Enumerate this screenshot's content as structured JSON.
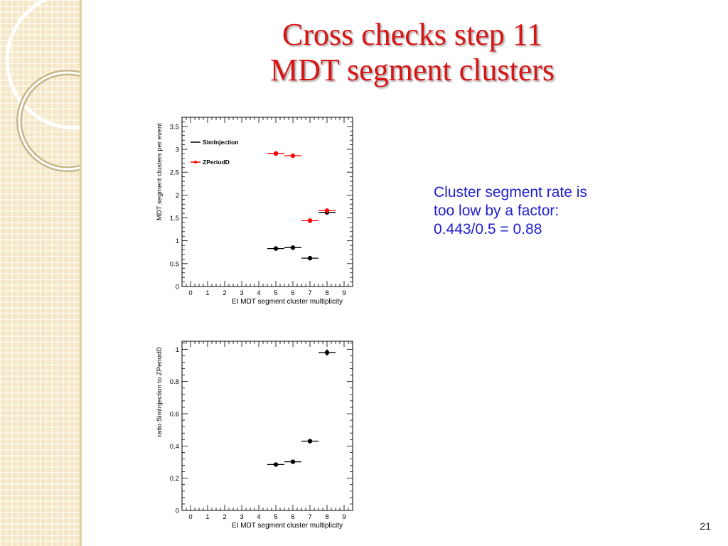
{
  "slide": {
    "title_line1": "Cross checks step 11",
    "title_line2": "MDT segment clusters",
    "note_line1": "Cluster segment rate is",
    "note_line2": "too low by a factor:",
    "note_line3": "0.443/0.5 = 0.88",
    "page_number": "21",
    "colors": {
      "title": "#d81414",
      "note": "#1f1fd0",
      "sidebar": "#f4e7c6"
    }
  },
  "chart_data": [
    {
      "type": "scatter",
      "xlabel": "EI MDT segment cluster multiplicity",
      "ylabel": "MDT segment clusters per event",
      "xlim": [
        -0.5,
        9.5
      ],
      "ylim": [
        0,
        3.7
      ],
      "xticks": [
        0,
        1,
        2,
        3,
        4,
        5,
        6,
        7,
        8,
        9
      ],
      "yticks": [
        0,
        0.5,
        1,
        1.5,
        2,
        2.5,
        3,
        3.5
      ],
      "ytick_labels": [
        "0",
        "0.5",
        "1",
        "1.5",
        "2",
        "2.5",
        "3",
        "3.5"
      ],
      "legend_position": "top-left",
      "series": [
        {
          "name": "SimInjection",
          "color": "#000000",
          "x": [
            5,
            6,
            7,
            8
          ],
          "y": [
            0.83,
            0.85,
            0.62,
            1.62
          ]
        },
        {
          "name": "ZPeriodD",
          "color": "#ff0000",
          "x": [
            5,
            6,
            7,
            8
          ],
          "y": [
            2.91,
            2.86,
            1.44,
            1.66
          ]
        }
      ]
    },
    {
      "type": "scatter",
      "xlabel": "EI MDT segment cluster multiplicity",
      "ylabel": "ratio SimInjection to ZPeriodD",
      "xlim": [
        -0.5,
        9.5
      ],
      "ylim": [
        0,
        1.05
      ],
      "xticks": [
        0,
        1,
        2,
        3,
        4,
        5,
        6,
        7,
        8,
        9
      ],
      "yticks": [
        0,
        0.2,
        0.4,
        0.6,
        0.8,
        1
      ],
      "ytick_labels": [
        "0",
        "0.2",
        "0.4",
        "0.6",
        "0.8",
        "1"
      ],
      "series": [
        {
          "color": "#000000",
          "x": [
            5,
            6,
            7,
            8
          ],
          "y": [
            0.285,
            0.302,
            0.43,
            0.98
          ],
          "yerr": [
            0,
            0,
            0,
            0.02
          ]
        }
      ]
    }
  ]
}
